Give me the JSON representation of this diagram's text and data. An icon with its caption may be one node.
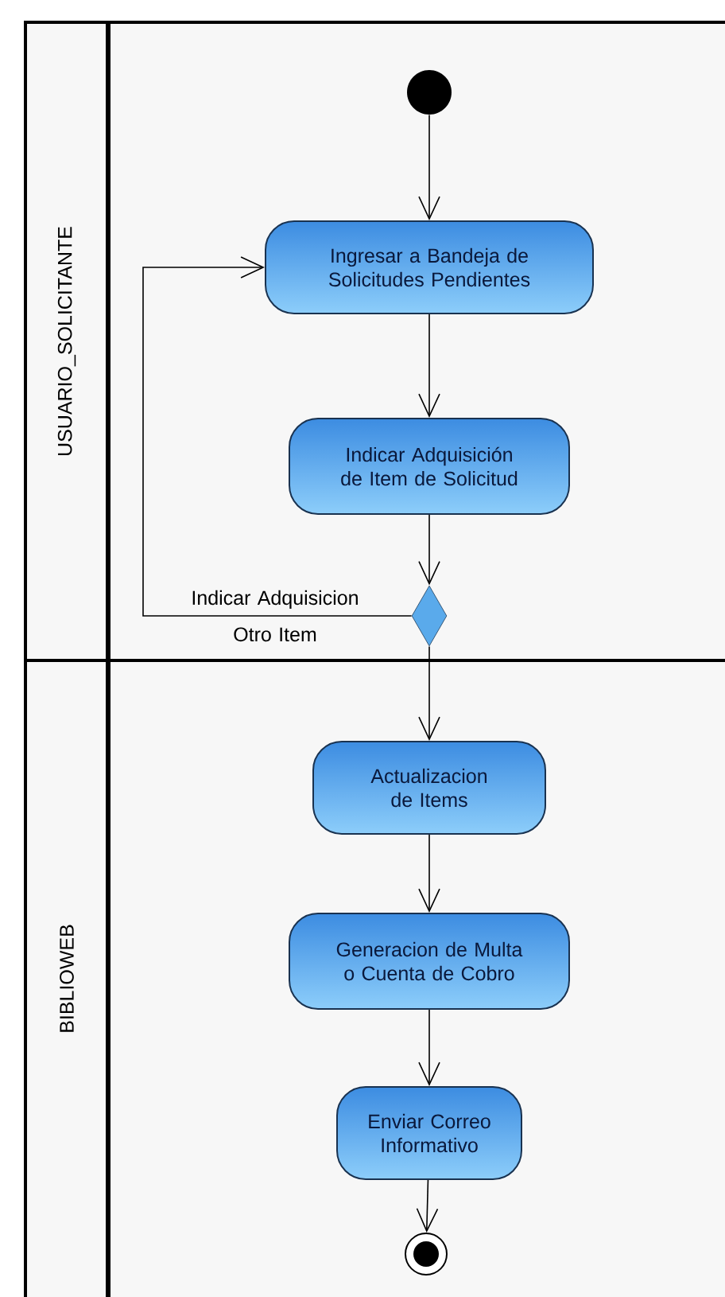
{
  "diagram": {
    "nodes": [
      {
        "text": [
          "USUARIO_SOLICITANTE"
        ]
      },
      {
        "text": [],
        "shape": "circle",
        "in": 0
      },
      {
        "text": [
          "Ingresar a Bandeja de Solicitudes Pendientes"
        ],
        "in": 0
      },
      {
        "text": [
          "Indicar Adquisición de Item de Solicitud"
        ],
        "in": 0
      },
      {
        "text": [],
        "shape": "diamond",
        "in": 0
      },
      {
        "text": [
          "BIBLIOWEB"
        ]
      },
      {
        "text": [
          "Actualizacion de Items"
        ],
        "in": 5
      },
      {
        "text": [
          "Generacion de Multa o Cuenta de Cobro"
        ],
        "in": 5
      },
      {
        "text": [
          "Enviar Correo Informativo"
        ],
        "in": 5
      },
      {
        "text": [],
        "shape": "circle",
        "in": 5
      }
    ],
    "edges": [
      {
        "from": 1,
        "to": 2,
        "arrow": "to"
      },
      {
        "from": 2,
        "to": 3,
        "arrow": "to"
      },
      {
        "from": 3,
        "to": 4,
        "arrow": "to"
      },
      {
        "from": 4,
        "to": 2,
        "arrow": "to",
        "label": "Indicar Adquisicion Otro Item"
      },
      {
        "from": 4,
        "to": 6,
        "arrow": "to"
      },
      {
        "from": 6,
        "to": 7,
        "arrow": "to"
      },
      {
        "from": 7,
        "to": 8,
        "arrow": "to"
      },
      {
        "from": 8,
        "to": 9,
        "arrow": "to"
      }
    ]
  }
}
